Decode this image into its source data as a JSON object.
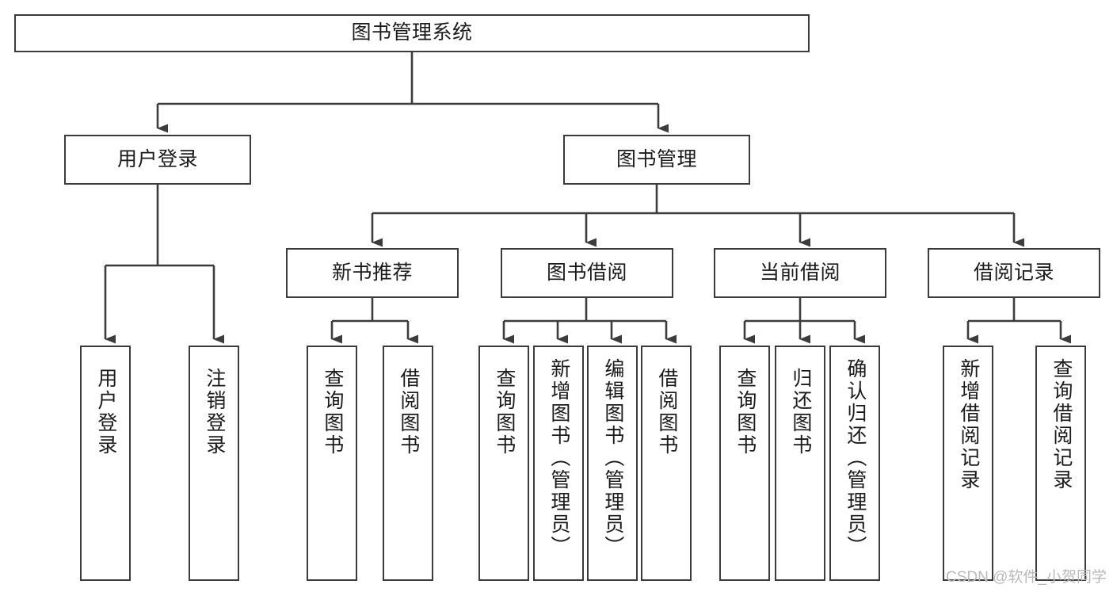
{
  "diagram": {
    "type": "tree",
    "title": "图书管理系统",
    "root": {
      "label": "图书管理系统"
    },
    "level2": [
      {
        "label": "用户登录"
      },
      {
        "label": "图书管理"
      }
    ],
    "level3": [
      {
        "label": "新书推荐"
      },
      {
        "label": "图书借阅"
      },
      {
        "label": "当前借阅"
      },
      {
        "label": "借阅记录"
      }
    ],
    "leaves": {
      "user_login": [
        {
          "label": "用户登录"
        },
        {
          "label": "注销登录"
        }
      ],
      "new_book_recommend": [
        {
          "label": "查询图书"
        },
        {
          "label": "借阅图书"
        }
      ],
      "book_borrow": [
        {
          "label": "查询图书"
        },
        {
          "label": "新增图书（管理员）"
        },
        {
          "label": "编辑图书（管理员）"
        },
        {
          "label": "借阅图书"
        }
      ],
      "current_borrow": [
        {
          "label": "查询图书"
        },
        {
          "label": "归还图书"
        },
        {
          "label": "确认归还（管理员）"
        }
      ],
      "borrow_record": [
        {
          "label": "新增借阅记录"
        },
        {
          "label": "查询借阅记录"
        }
      ]
    }
  },
  "watermark": {
    "text": "CSDN @软件_小贺同学"
  },
  "colors": {
    "stroke": "#3c3c3c",
    "box_fill": "#ffffff",
    "text": "#1a1a1a",
    "watermark": "#b9b9b9",
    "background": "#ffffff"
  }
}
